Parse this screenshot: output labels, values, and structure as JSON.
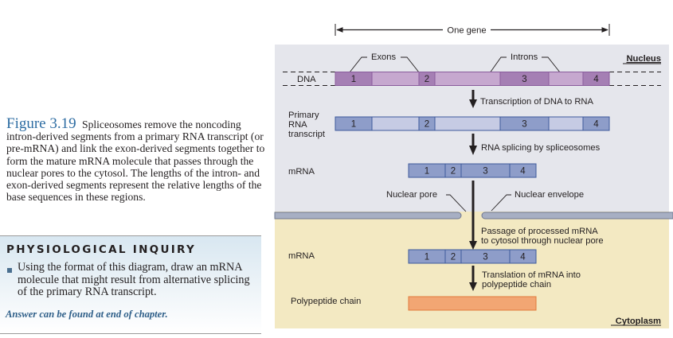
{
  "caption": {
    "figure_label": "Figure 3.19",
    "text": "Spliceosomes remove the noncoding intron-derived segments from a primary RNA transcript (or pre-mRNA) and link the exon-derived segments together to form the mature mRNA molecule that passes through the nuclear pores to the cytosol. The lengths of the intron- and exon-derived segments represent the relative lengths of the base sequences in these regions."
  },
  "inquiry": {
    "title": "PHYSIOLOGICAL INQUIRY",
    "question": "Using the format of this diagram, draw an mRNA molecule that might result from alternative splicing of the primary RNA transcript.",
    "answer_note": "Answer can be found at end of chapter."
  },
  "diagram": {
    "gene_label": "One gene",
    "exons_label": "Exons",
    "introns_label": "Introns",
    "nucleus_label": "Nucleus",
    "cytoplasm_label": "Cytoplasm",
    "dna_label": "DNA",
    "primary_rna_label_lines": [
      "Primary",
      "RNA",
      "transcript"
    ],
    "mrna_label": "mRNA",
    "mrna_cyto_label": "mRNA",
    "polypeptide_label": "Polypeptide chain",
    "nuclear_pore_label": "Nuclear pore",
    "nuclear_envelope_label": "Nuclear envelope",
    "steps": {
      "transcription": "Transcription of DNA to RNA",
      "splicing": "RNA splicing by spliceosomes",
      "passage_lines": [
        "Passage of processed mRNA",
        "to cytosol through nuclear pore"
      ],
      "translation_lines": [
        "Translation of mRNA into",
        "polypeptide chain"
      ]
    },
    "gene_segments": [
      {
        "type": "exon",
        "label": "1",
        "rel_length": 46
      },
      {
        "type": "intron",
        "label": "",
        "rel_length": 59
      },
      {
        "type": "exon",
        "label": "2",
        "rel_length": 20
      },
      {
        "type": "intron",
        "label": "",
        "rel_length": 82
      },
      {
        "type": "exon",
        "label": "3",
        "rel_length": 61
      },
      {
        "type": "intron",
        "label": "",
        "rel_length": 43
      },
      {
        "type": "exon",
        "label": "4",
        "rel_length": 33
      }
    ],
    "colors": {
      "nucleus_bg": "#e5e6ec",
      "cytoplasm_bg": "#f3e9c2",
      "dna_exon": "#a57fb4",
      "dna_intron": "#c6a8cf",
      "dna_stroke": "#8a5c9c",
      "rna_exon": "#8e9dc9",
      "rna_intron": "#c6cbe4",
      "rna_stroke": "#3e5a9c",
      "polypeptide": "#f2a673",
      "polypeptide_stroke": "#e07a3c",
      "envelope": "#a7afc3"
    }
  }
}
